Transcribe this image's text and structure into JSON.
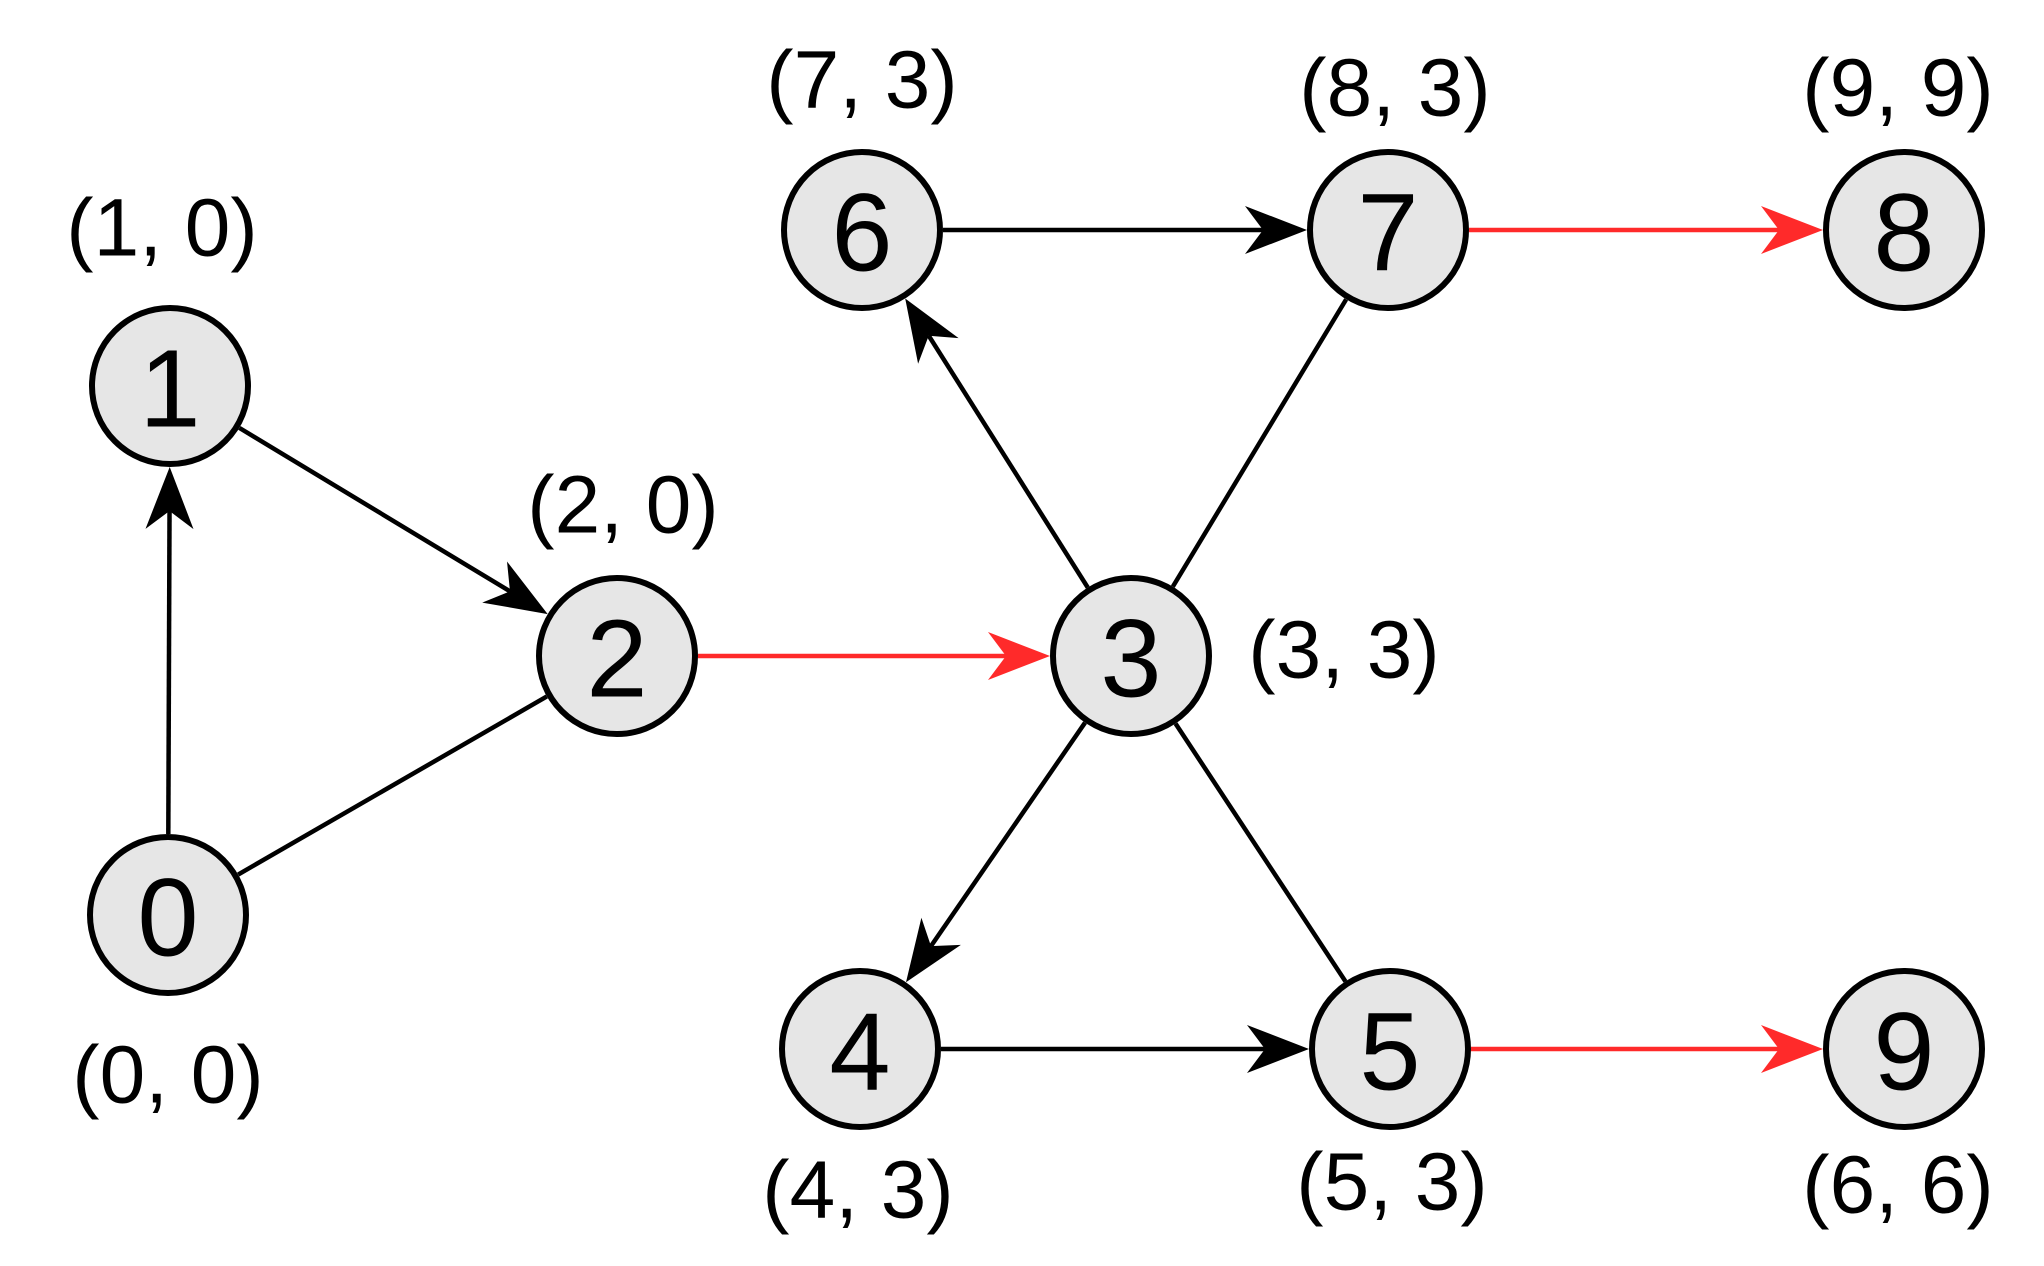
{
  "colors": {
    "node_fill": "#e6e6e6",
    "node_stroke": "#000000",
    "edge_default": "#000000",
    "edge_highlight": "#ff2a2a"
  },
  "nodes": [
    {
      "id": "0",
      "label": "0",
      "coord": "(0, 0)"
    },
    {
      "id": "1",
      "label": "1",
      "coord": "(1, 0)"
    },
    {
      "id": "2",
      "label": "2",
      "coord": "(2, 0)"
    },
    {
      "id": "3",
      "label": "3",
      "coord": "(3, 3)"
    },
    {
      "id": "4",
      "label": "4",
      "coord": "(4, 3)"
    },
    {
      "id": "5",
      "label": "5",
      "coord": "(5, 3)"
    },
    {
      "id": "6",
      "label": "6",
      "coord": "(7, 3)"
    },
    {
      "id": "7",
      "label": "7",
      "coord": "(8, 3)"
    },
    {
      "id": "8",
      "label": "8",
      "coord": "(9, 9)"
    },
    {
      "id": "9",
      "label": "9",
      "coord": "(6, 6)"
    }
  ],
  "edges": [
    {
      "from": "0",
      "to": "1",
      "directed": true,
      "highlight": false
    },
    {
      "from": "1",
      "to": "2",
      "directed": true,
      "highlight": false
    },
    {
      "from": "0",
      "to": "2",
      "directed": false,
      "highlight": false
    },
    {
      "from": "2",
      "to": "3",
      "directed": true,
      "highlight": true
    },
    {
      "from": "3",
      "to": "6",
      "directed": true,
      "highlight": false
    },
    {
      "from": "3",
      "to": "7",
      "directed": false,
      "highlight": false
    },
    {
      "from": "6",
      "to": "7",
      "directed": true,
      "highlight": false
    },
    {
      "from": "7",
      "to": "8",
      "directed": true,
      "highlight": true
    },
    {
      "from": "3",
      "to": "4",
      "directed": true,
      "highlight": false
    },
    {
      "from": "3",
      "to": "5",
      "directed": false,
      "highlight": false
    },
    {
      "from": "4",
      "to": "5",
      "directed": true,
      "highlight": false
    },
    {
      "from": "5",
      "to": "9",
      "directed": true,
      "highlight": true
    }
  ]
}
